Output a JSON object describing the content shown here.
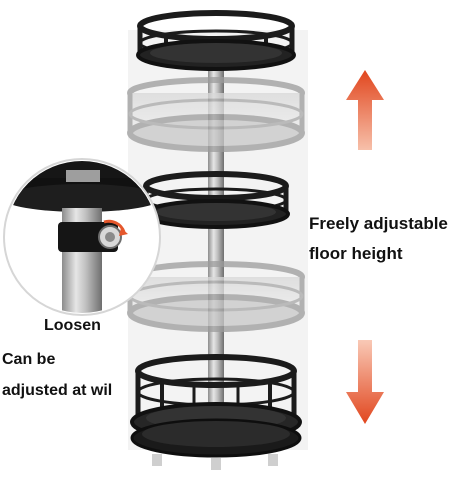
{
  "labels": {
    "freely_adjustable": "Freely adjustable",
    "floor_height": "floor height",
    "loosen": "Loosen",
    "can_be": "Can be",
    "adjusted_at_will": "adjusted at wil"
  },
  "colors": {
    "rack": "#1b1b1b",
    "ghost_rack": "#9a9a9a",
    "arrow_top": "#e3552e",
    "arrow_bottom": "#f07a58",
    "knob_accent": "#e5572c",
    "pole": "#b9b9b9"
  }
}
